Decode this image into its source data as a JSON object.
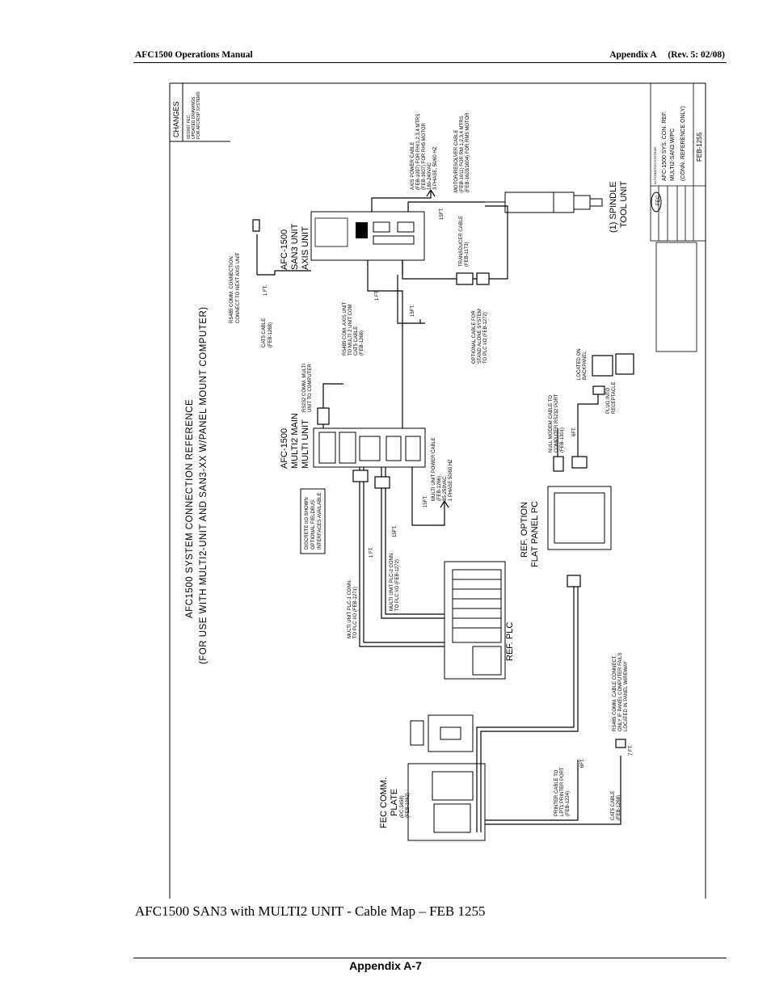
{
  "header": {
    "left": "AFC1500 Operations Manual",
    "right": "Appendix A     (Rev. 5: 02/08)"
  },
  "drawing": {
    "title": "AFC1500 SYSTEM CONNECTION REFERENCE",
    "subtitle": "(FOR USE WITH MULTI2-UNIT AND SAN3-XX W/PANEL MOUNT COMPUTER)",
    "changes_header": "CHANGES",
    "changes_text": [
      "02/2007 FEC",
      "UPDATED DRAWINGS",
      "FOR AFC/RSP SYSTEMS"
    ],
    "title_block": {
      "drawing_title": [
        "AFC-1500 SYS. CON. REF.",
        "MULTI2-SAN3 W/PC",
        "(CONN. REFERENCE ONLY)"
      ],
      "drawing_number": "FEB-1255",
      "company": "AUTOMATION SYSTEMS"
    },
    "san3": {
      "name": [
        "AFC-1500",
        "SAN3 UNIT",
        "AXIS UNIT"
      ],
      "rs485_next": [
        "RS485 COMM. CONNECTION",
        "CONNECT TO NEXT AXIS UNIT"
      ],
      "cat5_cable": [
        "CAT5 CABLE",
        "(FEB-1268)"
      ],
      "rs485_com_axis": [
        "RS485 COM. AXIS UNIT",
        "TO MULTI 2 UNIT COM",
        "CAT5 CABLE",
        "(FEB-1268)"
      ],
      "optional_cable": [
        "OPTIONAL CABLE FOR",
        "STAND ALONE SYSTEM",
        "TO PLC I/O (FEB-1272)"
      ],
      "transducer": [
        "TRANSDUCER CABLE",
        "(FEB-1173)"
      ],
      "axis_power": [
        "AXIS POWER CABLE",
        "(FEB-1097) FOR RH/1,2,3,4 MTRS",
        "(FEB-1607) FOR RH5 MOTOR",
        "180-240VAC",
        "3 PHASE, 50/60 HZ"
      ],
      "motor_resolver": [
        "MOTOR/RESOLVER CABLE",
        "(FEB-1011) FOR RM 1,2,3,4 MTRS",
        "(FEB-1603/1604) FOR RM5 MOTOR"
      ]
    },
    "spindle": [
      "(1) SPINDLE",
      "TOOL UNIT"
    ],
    "multi2": {
      "name": [
        "AFC-1500",
        "MULTI2 MAIN",
        "MULTI UNIT"
      ],
      "rs232": [
        "RS232 COMM. MULTI",
        "UNIT TO COMPUTER"
      ],
      "power": [
        "MULTI UNIT POWER CABLE",
        "(FEB-1266)",
        "85-253VAC",
        "1 PHASE 50/60 HZ"
      ],
      "discrete_io": [
        "DISCRETE I/O SHOWN",
        "OPTIONAL FIELDBUS",
        "INTERFACES AVAILABLE"
      ],
      "plc1": [
        "MULTI UNIT PLC-1 CONN.",
        "TO PLC I/O   (FEB-1271)"
      ],
      "plc2": [
        "MULTI UNIT PLC-2 CONN.",
        "TO PLC I/O   (FEB-1272)"
      ]
    },
    "modem": [
      "NULL MODEM CABLE TO",
      "COMPUTER RS232 PORT",
      "(FEB-1301)"
    ],
    "plug": [
      "PLUG INTO",
      "RECEPTACLE"
    ],
    "backpanel": [
      "LOCATED ON",
      "BACKPANEL"
    ],
    "flat_panel": [
      "REF. OPTION",
      "FLAT PANEL PC"
    ],
    "plc": "REF. PLC",
    "fec_plate": [
      "FEC COMM.",
      "PLATE",
      "(PC-3458)",
      "(FEB-1062)"
    ],
    "printer": [
      "PRINTER CABLE TO",
      "LPT1 PRINTER PORT",
      "(FEB-1224)"
    ],
    "rs485_comm": [
      "RS485 COMM. CABLE CONNECT",
      "ONLY IF PANEL COMPUTER FAILS",
      "LOCATED IN PANEL WIREWAY"
    ],
    "cat5_bottom": [
      "CAT5 CABLE",
      "(FEB-1268)"
    ],
    "lengths": {
      "one_ft": "1 FT.",
      "fifteen_ft": "15FT.",
      "six_ft": "6FT.",
      "seven_ft": "7 FT."
    }
  },
  "caption": "AFC1500 SAN3 with MULTI2 UNIT - Cable Map – FEB 1255",
  "footer": "Appendix A-7"
}
